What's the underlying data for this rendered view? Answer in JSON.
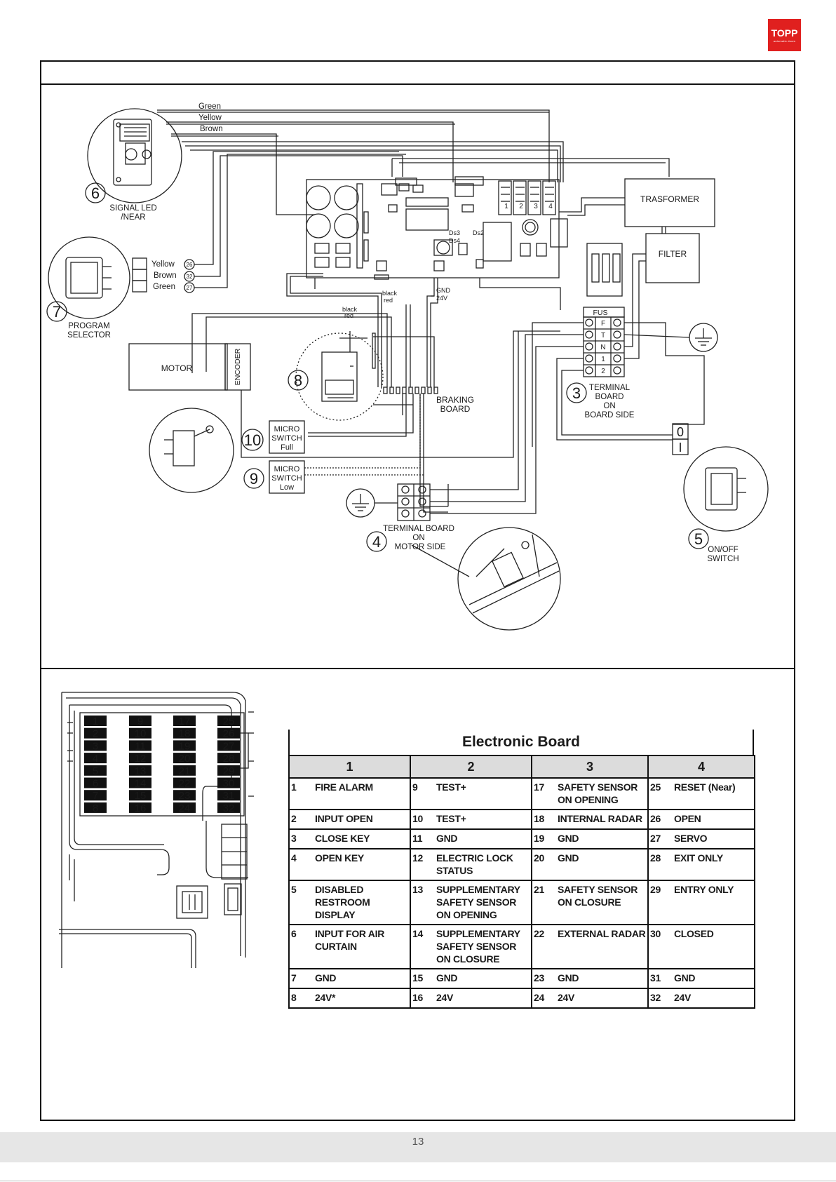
{
  "logo": {
    "text": "TOPP",
    "tagline": "automatic doors"
  },
  "diagram": {
    "wire_colors": [
      "Green",
      "Yellow",
      "Brown"
    ],
    "selector_wires": [
      {
        "color": "Yellow",
        "terminal": "26"
      },
      {
        "color": "Brown",
        "terminal": "32"
      },
      {
        "color": "Green",
        "terminal": "27"
      }
    ],
    "components": {
      "signal_led": {
        "num": "6",
        "label1": "SIGNAL LED",
        "label2": "/NEAR"
      },
      "program_selector": {
        "num": "7",
        "label1": "PROGRAM",
        "label2": "SELECTOR"
      },
      "motor": "MOTOR",
      "encoder": "ENCODER",
      "braking_board": {
        "num": "8",
        "label1": "BRAKING",
        "label2": "BOARD"
      },
      "micro_full": {
        "num": "10",
        "label1": "MICRO",
        "label2": "SWITCH",
        "label3": "Full"
      },
      "micro_low": {
        "num": "9",
        "label1": "MICRO",
        "label2": "SWITCH",
        "label3": "Low"
      },
      "transformer": "TRASFORMER",
      "filter": "FILTER",
      "fuse": "FUS",
      "terminal_board_board": {
        "num": "3",
        "label1": "TERMINAL",
        "label2": "BOARD",
        "label3": "ON",
        "label4": "BOARD SIDE",
        "rows": [
          "F",
          "T",
          "N",
          "1",
          "2"
        ]
      },
      "terminal_board_motor": {
        "num": "4",
        "label1": "TERMINAL BOARD",
        "label2": "ON",
        "label3": "MOTOR SIDE"
      },
      "onoff_switch": {
        "num": "5",
        "label1": "ON/OFF",
        "label2": "SWITCH",
        "pos0": "0",
        "pos1": "I"
      }
    },
    "pcb_labels": {
      "ds3": "Ds3",
      "ds2": "Ds2",
      "ds4": "Ds4",
      "conn_nums": [
        "1",
        "2",
        "3",
        "4"
      ]
    },
    "wire_labels": {
      "black1": "black",
      "red1": "red",
      "gnd": "GND",
      "v24": "24V",
      "black2": "black",
      "red2": "red"
    }
  },
  "board": {
    "columns": [
      [
        "1",
        "2",
        "3",
        "4",
        "5",
        "6",
        "7",
        "8"
      ],
      [
        "9",
        "10",
        "11",
        "12",
        "13",
        "14",
        "15",
        "16"
      ],
      [
        "17",
        "18",
        "19",
        "20",
        "21",
        "22",
        "23",
        "24"
      ],
      [
        "25",
        "26",
        "27",
        "28",
        "29",
        "30",
        "31",
        "32"
      ]
    ]
  },
  "table": {
    "title": "Electronic Board",
    "headers": [
      "1",
      "2",
      "3",
      "4"
    ],
    "rows": [
      [
        [
          "1",
          "FIRE ALARM"
        ],
        [
          "9",
          "TEST+"
        ],
        [
          "17",
          "SAFETY SENSOR ON OPENING"
        ],
        [
          "25",
          "RESET  (Near)"
        ]
      ],
      [
        [
          "2",
          "INPUT OPEN"
        ],
        [
          "10",
          "TEST+"
        ],
        [
          "18",
          "INTERNAL RADAR"
        ],
        [
          "26",
          "OPEN"
        ]
      ],
      [
        [
          "3",
          "CLOSE KEY"
        ],
        [
          "11",
          "GND"
        ],
        [
          "19",
          "GND"
        ],
        [
          "27",
          "SERVO"
        ]
      ],
      [
        [
          "4",
          "OPEN KEY"
        ],
        [
          "12",
          "ELECTRIC LOCK STATUS"
        ],
        [
          "20",
          "GND"
        ],
        [
          "28",
          "EXIT ONLY"
        ]
      ],
      [
        [
          "5",
          "DISABLED RESTROOM DISPLAY"
        ],
        [
          "13",
          "SUPPLEMENTARY SAFETY SENSOR ON OPENING"
        ],
        [
          "21",
          "SAFETY SENSOR ON CLOSURE"
        ],
        [
          "29",
          "ENTRY ONLY"
        ]
      ],
      [
        [
          "6",
          "INPUT FOR AIR CURTAIN"
        ],
        [
          "14",
          "SUPPLEMENTARY SAFETY SENSOR ON CLOSURE"
        ],
        [
          "22",
          "EXTERNAL RADAR"
        ],
        [
          "30",
          "CLOSED"
        ]
      ],
      [
        [
          "7",
          "GND"
        ],
        [
          "15",
          "GND"
        ],
        [
          "23",
          "GND"
        ],
        [
          "31",
          "GND"
        ]
      ],
      [
        [
          "8",
          "24V*"
        ],
        [
          "16",
          "24V"
        ],
        [
          "24",
          "24V"
        ],
        [
          "32",
          "24V"
        ]
      ]
    ]
  },
  "footer": {
    "page_number": "13"
  }
}
